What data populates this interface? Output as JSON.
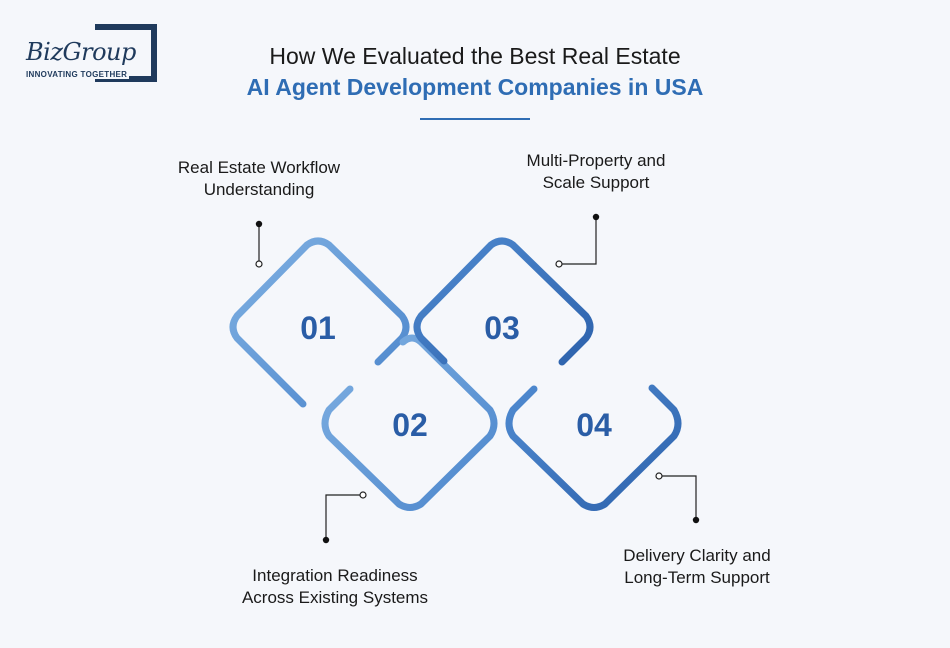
{
  "logo": {
    "name": "BizGroup",
    "tagline": "INNOVATING TOGETHER"
  },
  "header": {
    "title_line1": "How We Evaluated the Best Real Estate",
    "title_line2": "AI Agent Development Companies in USA"
  },
  "steps": [
    {
      "number": "01",
      "label_line1": "Real Estate Workflow",
      "label_line2": "Understanding"
    },
    {
      "number": "02",
      "label_line1": "Integration Readiness",
      "label_line2": "Across Existing Systems"
    },
    {
      "number": "03",
      "label_line1": "Multi-Property and",
      "label_line2": "Scale Support"
    },
    {
      "number": "04",
      "label_line1": "Delivery Clarity and",
      "label_line2": "Long-Term Support"
    }
  ],
  "colors": {
    "accent": "#2f6db4",
    "shape_light": "#6ea3dc",
    "shape_dark": "#2e67b2",
    "number": "#2a5da6",
    "text": "#1a1a1a",
    "brand": "#1f3a5c"
  }
}
